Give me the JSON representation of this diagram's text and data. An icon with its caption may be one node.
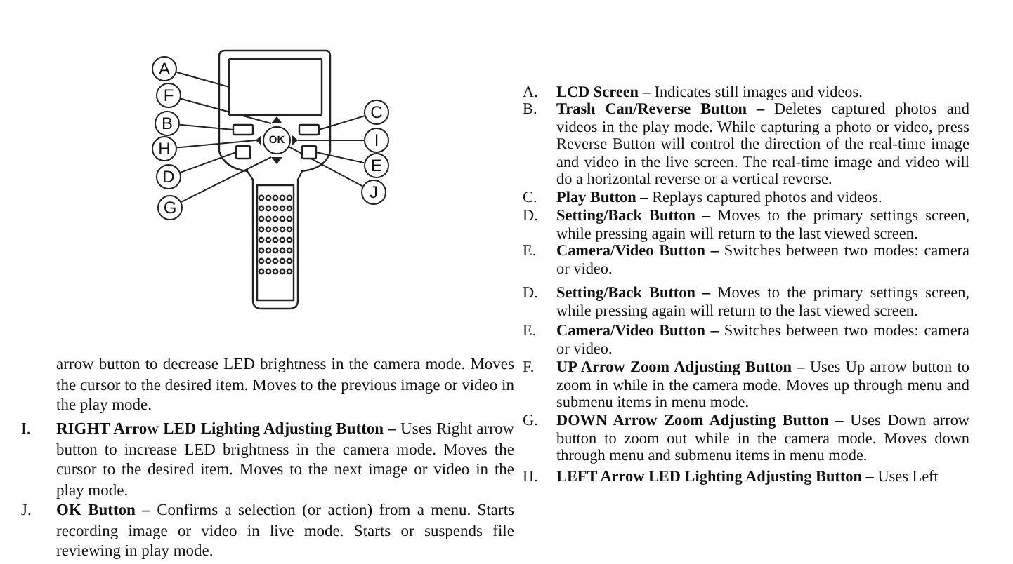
{
  "diagram": {
    "nodes": [
      {
        "text": [
          "A"
        ]
      },
      {
        "text": [
          "F"
        ]
      },
      {
        "text": [
          "B"
        ]
      },
      {
        "text": [
          "H"
        ]
      },
      {
        "text": [
          "D"
        ]
      },
      {
        "text": [
          "G"
        ]
      },
      {
        "text": [
          "C"
        ]
      },
      {
        "text": [
          "I"
        ]
      },
      {
        "text": [
          "E"
        ]
      },
      {
        "text": [
          "J"
        ]
      },
      {
        "text": [],
        "shape": "box"
      },
      {
        "text": [],
        "shape": "triangle"
      },
      {
        "text": [],
        "shape": "box"
      },
      {
        "text": [],
        "shape": "triangle"
      },
      {
        "text": [],
        "shape": "box"
      },
      {
        "text": [],
        "shape": "triangle"
      },
      {
        "text": [],
        "shape": "box"
      },
      {
        "text": [],
        "shape": "triangle"
      },
      {
        "text": [],
        "shape": "box"
      },
      {
        "text": [
          "OK"
        ]
      }
    ],
    "edges": [
      {
        "from": 0,
        "to": 10,
        "arrow": "none"
      },
      {
        "from": 1,
        "to": 11,
        "arrow": "none"
      },
      {
        "from": 2,
        "to": 12,
        "arrow": "none"
      },
      {
        "from": 3,
        "to": 13,
        "arrow": "none"
      },
      {
        "from": 4,
        "to": 14,
        "arrow": "none"
      },
      {
        "from": 5,
        "to": 15,
        "arrow": "none"
      },
      {
        "from": 6,
        "to": 16,
        "arrow": "none"
      },
      {
        "from": 7,
        "to": 17,
        "arrow": "none"
      },
      {
        "from": 8,
        "to": 18,
        "arrow": "none"
      },
      {
        "from": 9,
        "to": 19,
        "arrow": "none"
      }
    ],
    "labels": [
      "A.",
      "**LCD Screen –** Indicates still images and videos.",
      "B.",
      "**Trash Can/Reverse Button –** Deletes captured photos and videos in the play mode. While capturing a photo or video, press Reverse Button will control the direction of the real-time image and video in the live screen. The real-time image and video will do a horizontal reverse or a vertical reverse.",
      "C.",
      "**Play Button –** Replays captured photos and videos.",
      "D.",
      "**Setting/Back Button –** Moves to the primary settings screen, while pressing again will return to the last viewed screen.",
      "E.",
      "**Camera/Video Button –** Switches between two modes: camera or video.",
      "D.",
      "**Setting/Back Button –** Moves to the primary settings screen, while pressing again will return to the last viewed screen.",
      "E.",
      "**Camera/Video Button –** Switches between two modes: camera or video.",
      "F.",
      "**UP Arrow Zoom Adjusting Button –** Uses Up arrow button to zoom in while in the camera mode. Moves up through menu and submenu items in menu mode.",
      "G.",
      "**DOWN Arrow Zoom Adjusting Button –** Uses Down arrow button to zoom out while in the camera mode. Moves down through menu and submenu items in menu mode.",
      "H.",
      "**LEFT Arrow LED Lighting Adjusting Button –** Uses Left",
      "arrow button to decrease LED brightness in the camera mode. Moves the cursor to the desired item. Moves to the previous image or video in the play mode.",
      "I.",
      "**RIGHT Arrow LED Lighting Adjusting Button –** Uses Right arrow button to increase LED brightness in the camera mode. Moves the cursor to the desired item. Moves to the next image or video in the play mode.",
      "J.",
      "**OK Button –** Confirms a selection (or action) from a menu. Starts recording image or video in live mode. Starts or suspends file reviewing in play mode."
    ]
  }
}
